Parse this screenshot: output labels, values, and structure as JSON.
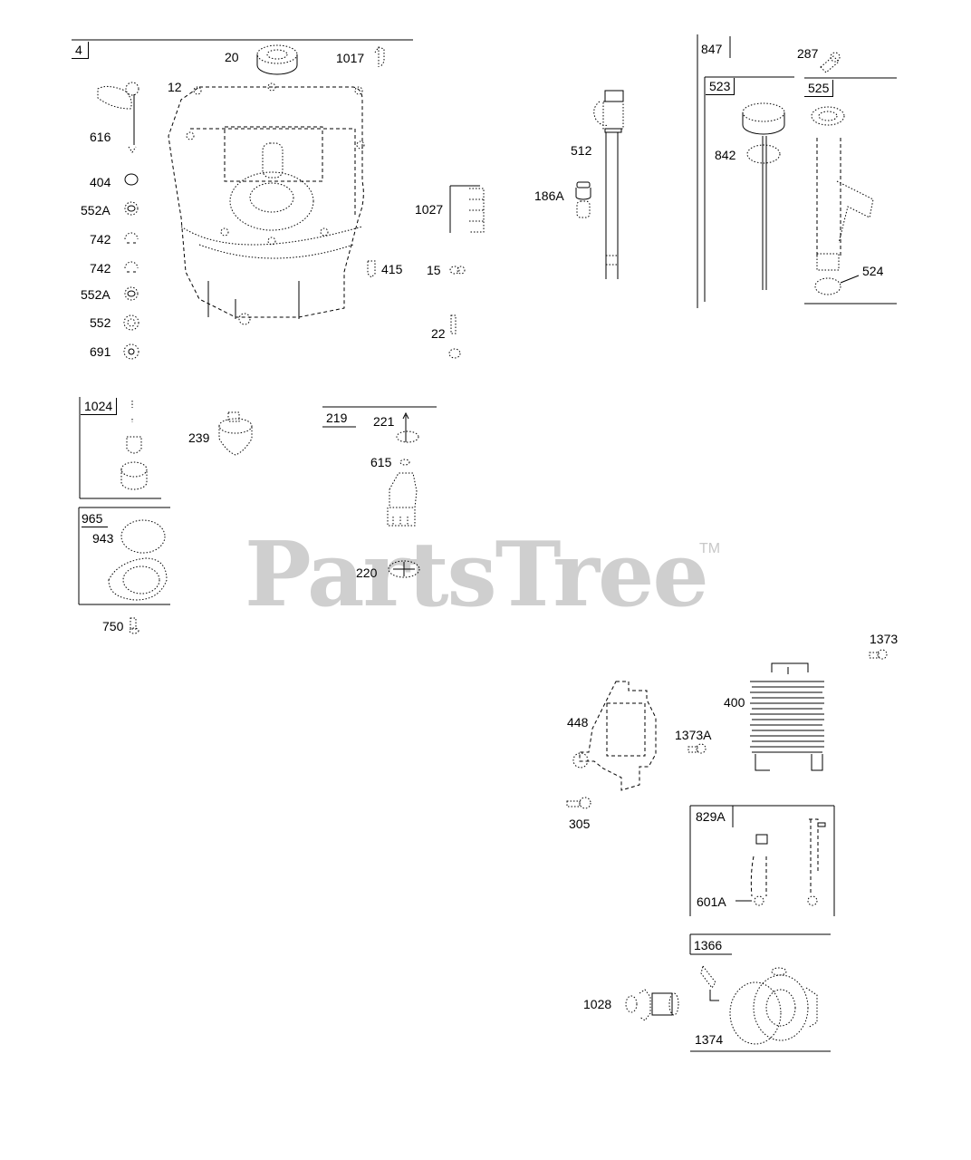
{
  "watermark": {
    "text": "PartsTree",
    "trademark": "TM"
  },
  "groups": {
    "g4": {
      "label": "4"
    },
    "g847": {
      "label": "847"
    },
    "g523": {
      "label": "523"
    },
    "g525": {
      "label": "525"
    },
    "g1024": {
      "label": "1024"
    },
    "g965": {
      "label": "965"
    },
    "g219": {
      "label": "219"
    },
    "g829A": {
      "label": "829A"
    },
    "g1366": {
      "label": "1366"
    }
  },
  "parts": {
    "p20": "20",
    "p1017": "1017",
    "p12": "12",
    "p616": "616",
    "p404": "404",
    "p552A_1": "552A",
    "p742_1": "742",
    "p742_2": "742",
    "p552A_2": "552A",
    "p552": "552",
    "p691": "691",
    "p1027": "1027",
    "p415": "415",
    "p15": "15",
    "p22": "22",
    "p512": "512",
    "p186A": "186A",
    "p287": "287",
    "p842": "842",
    "p524": "524",
    "p239": "239",
    "p221": "221",
    "p615": "615",
    "p220": "220",
    "p943": "943",
    "p750": "750",
    "p1373": "1373",
    "p400": "400",
    "p448": "448",
    "p1373A": "1373A",
    "p305": "305",
    "p601A": "601A",
    "p1028": "1028",
    "p1374": "1374"
  }
}
